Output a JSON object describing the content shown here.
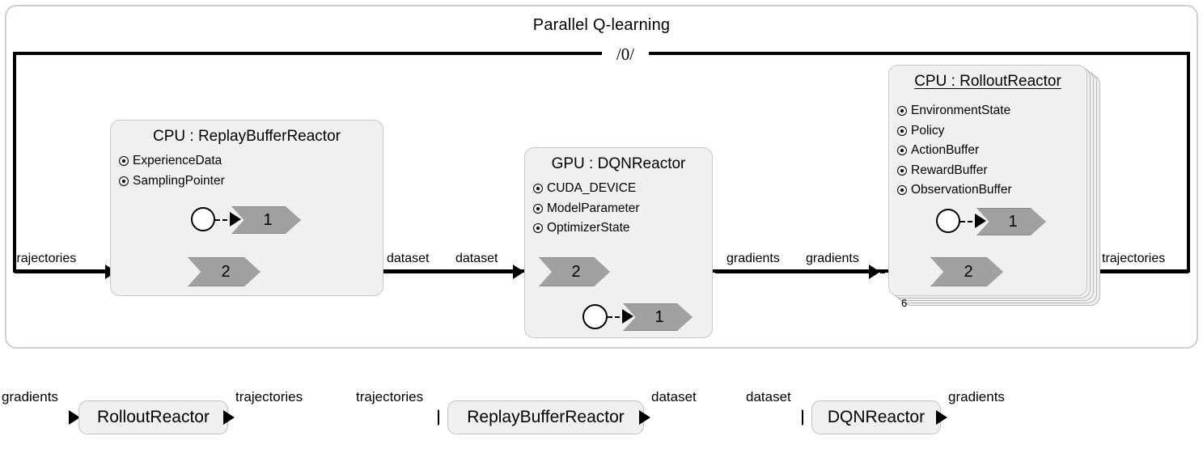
{
  "diagram": {
    "title": "Parallel Q-learning",
    "instance_marker": "/0/"
  },
  "reactors": [
    {
      "id": "replay-buffer",
      "title": "CPU : ReplayBufferReactor",
      "underlined": false,
      "attributes": [
        "ExperienceData",
        "SamplingPointer"
      ],
      "reactions": [
        {
          "label": "1",
          "has_startup_trigger": true
        },
        {
          "label": "2",
          "has_startup_trigger": false
        }
      ],
      "multiplicity": ""
    },
    {
      "id": "dqn",
      "title": "GPU : DQNReactor",
      "underlined": false,
      "attributes": [
        "CUDA_DEVICE",
        "ModelParameter",
        "OptimizerState"
      ],
      "reactions": [
        {
          "label": "2",
          "has_startup_trigger": false
        },
        {
          "label": "1",
          "has_startup_trigger": true
        }
      ],
      "multiplicity": ""
    },
    {
      "id": "rollout",
      "title": "CPU : RolloutReactor",
      "underlined": true,
      "attributes": [
        "EnvironmentState",
        "Policy",
        "ActionBuffer",
        "RewardBuffer",
        "ObservationBuffer"
      ],
      "reactions": [
        {
          "label": "1",
          "has_startup_trigger": true
        },
        {
          "label": "2",
          "has_startup_trigger": false
        }
      ],
      "multiplicity": "6"
    }
  ],
  "flow_labels": {
    "inlet": "trajectories",
    "dataset_out": "dataset",
    "dataset_in": "dataset",
    "gradients_out": "gradients",
    "gradients_in": "gradients",
    "outlet": "trajectories"
  },
  "classes": [
    {
      "id": "rollout-class",
      "name": "RolloutReactor",
      "input_label": "gradients",
      "output_label": "trajectories",
      "input_arrow_style": "solid"
    },
    {
      "id": "replay-class",
      "name": "ReplayBufferReactor",
      "input_label": "trajectories",
      "output_label": "dataset",
      "input_arrow_style": "hollow"
    },
    {
      "id": "dqn-class",
      "name": "DQNReactor",
      "input_label": "dataset",
      "output_label": "gradients",
      "input_arrow_style": "hollow"
    }
  ],
  "colors": {
    "reactor_fill": "#f0f0f0",
    "reactor_border": "#c8c8c8",
    "chevron_fill": "#a0a0a0",
    "frame_border": "#cfcfcf",
    "line": "#000000"
  }
}
